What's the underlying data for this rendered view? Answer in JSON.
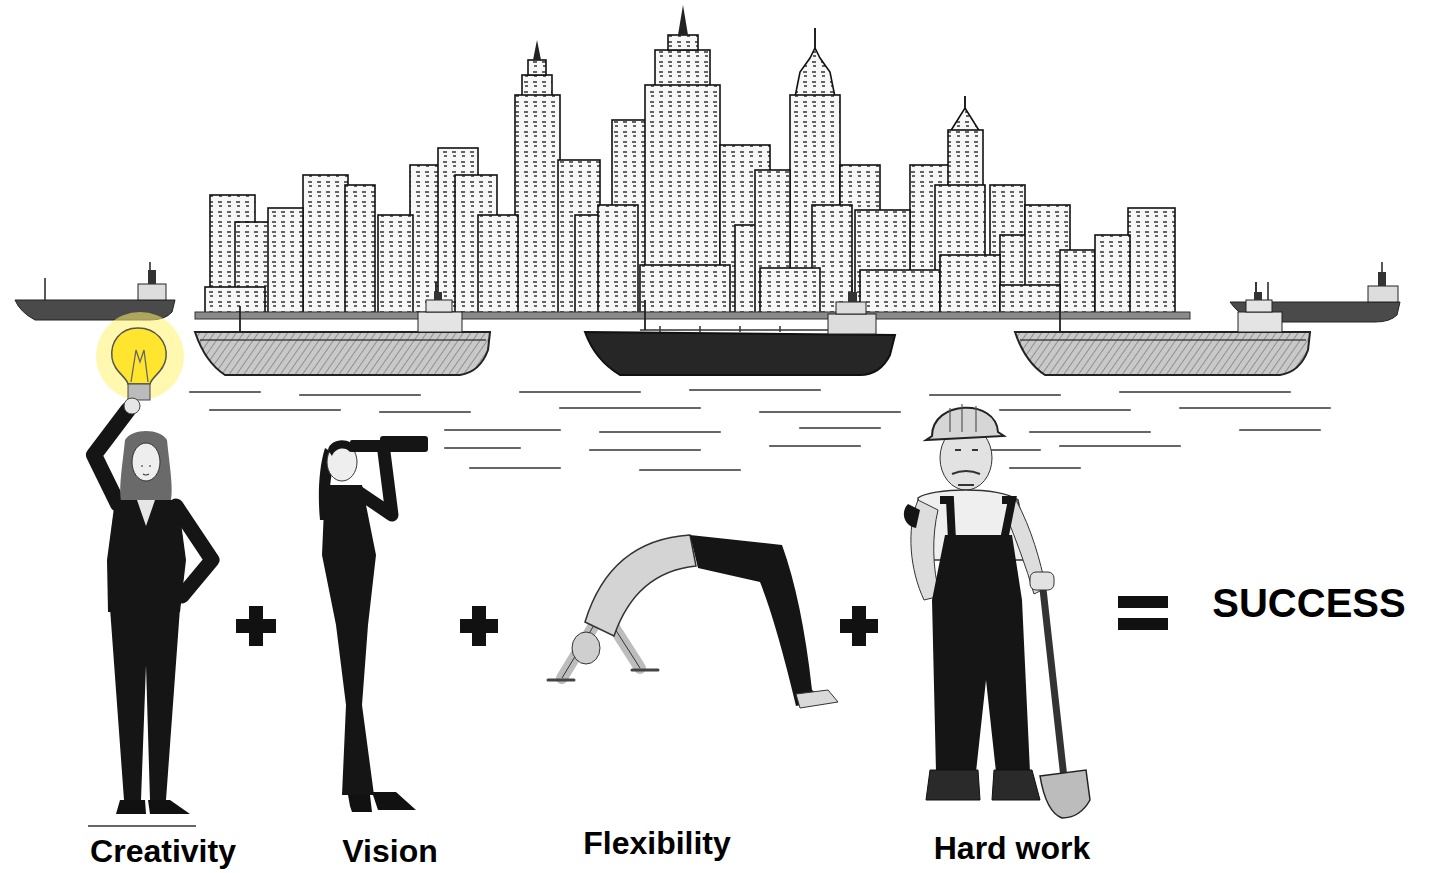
{
  "diagram": {
    "labels": [
      "Creativity",
      "Vision",
      "Flexibility",
      "Hard work",
      "SUCCESS"
    ]
  }
}
